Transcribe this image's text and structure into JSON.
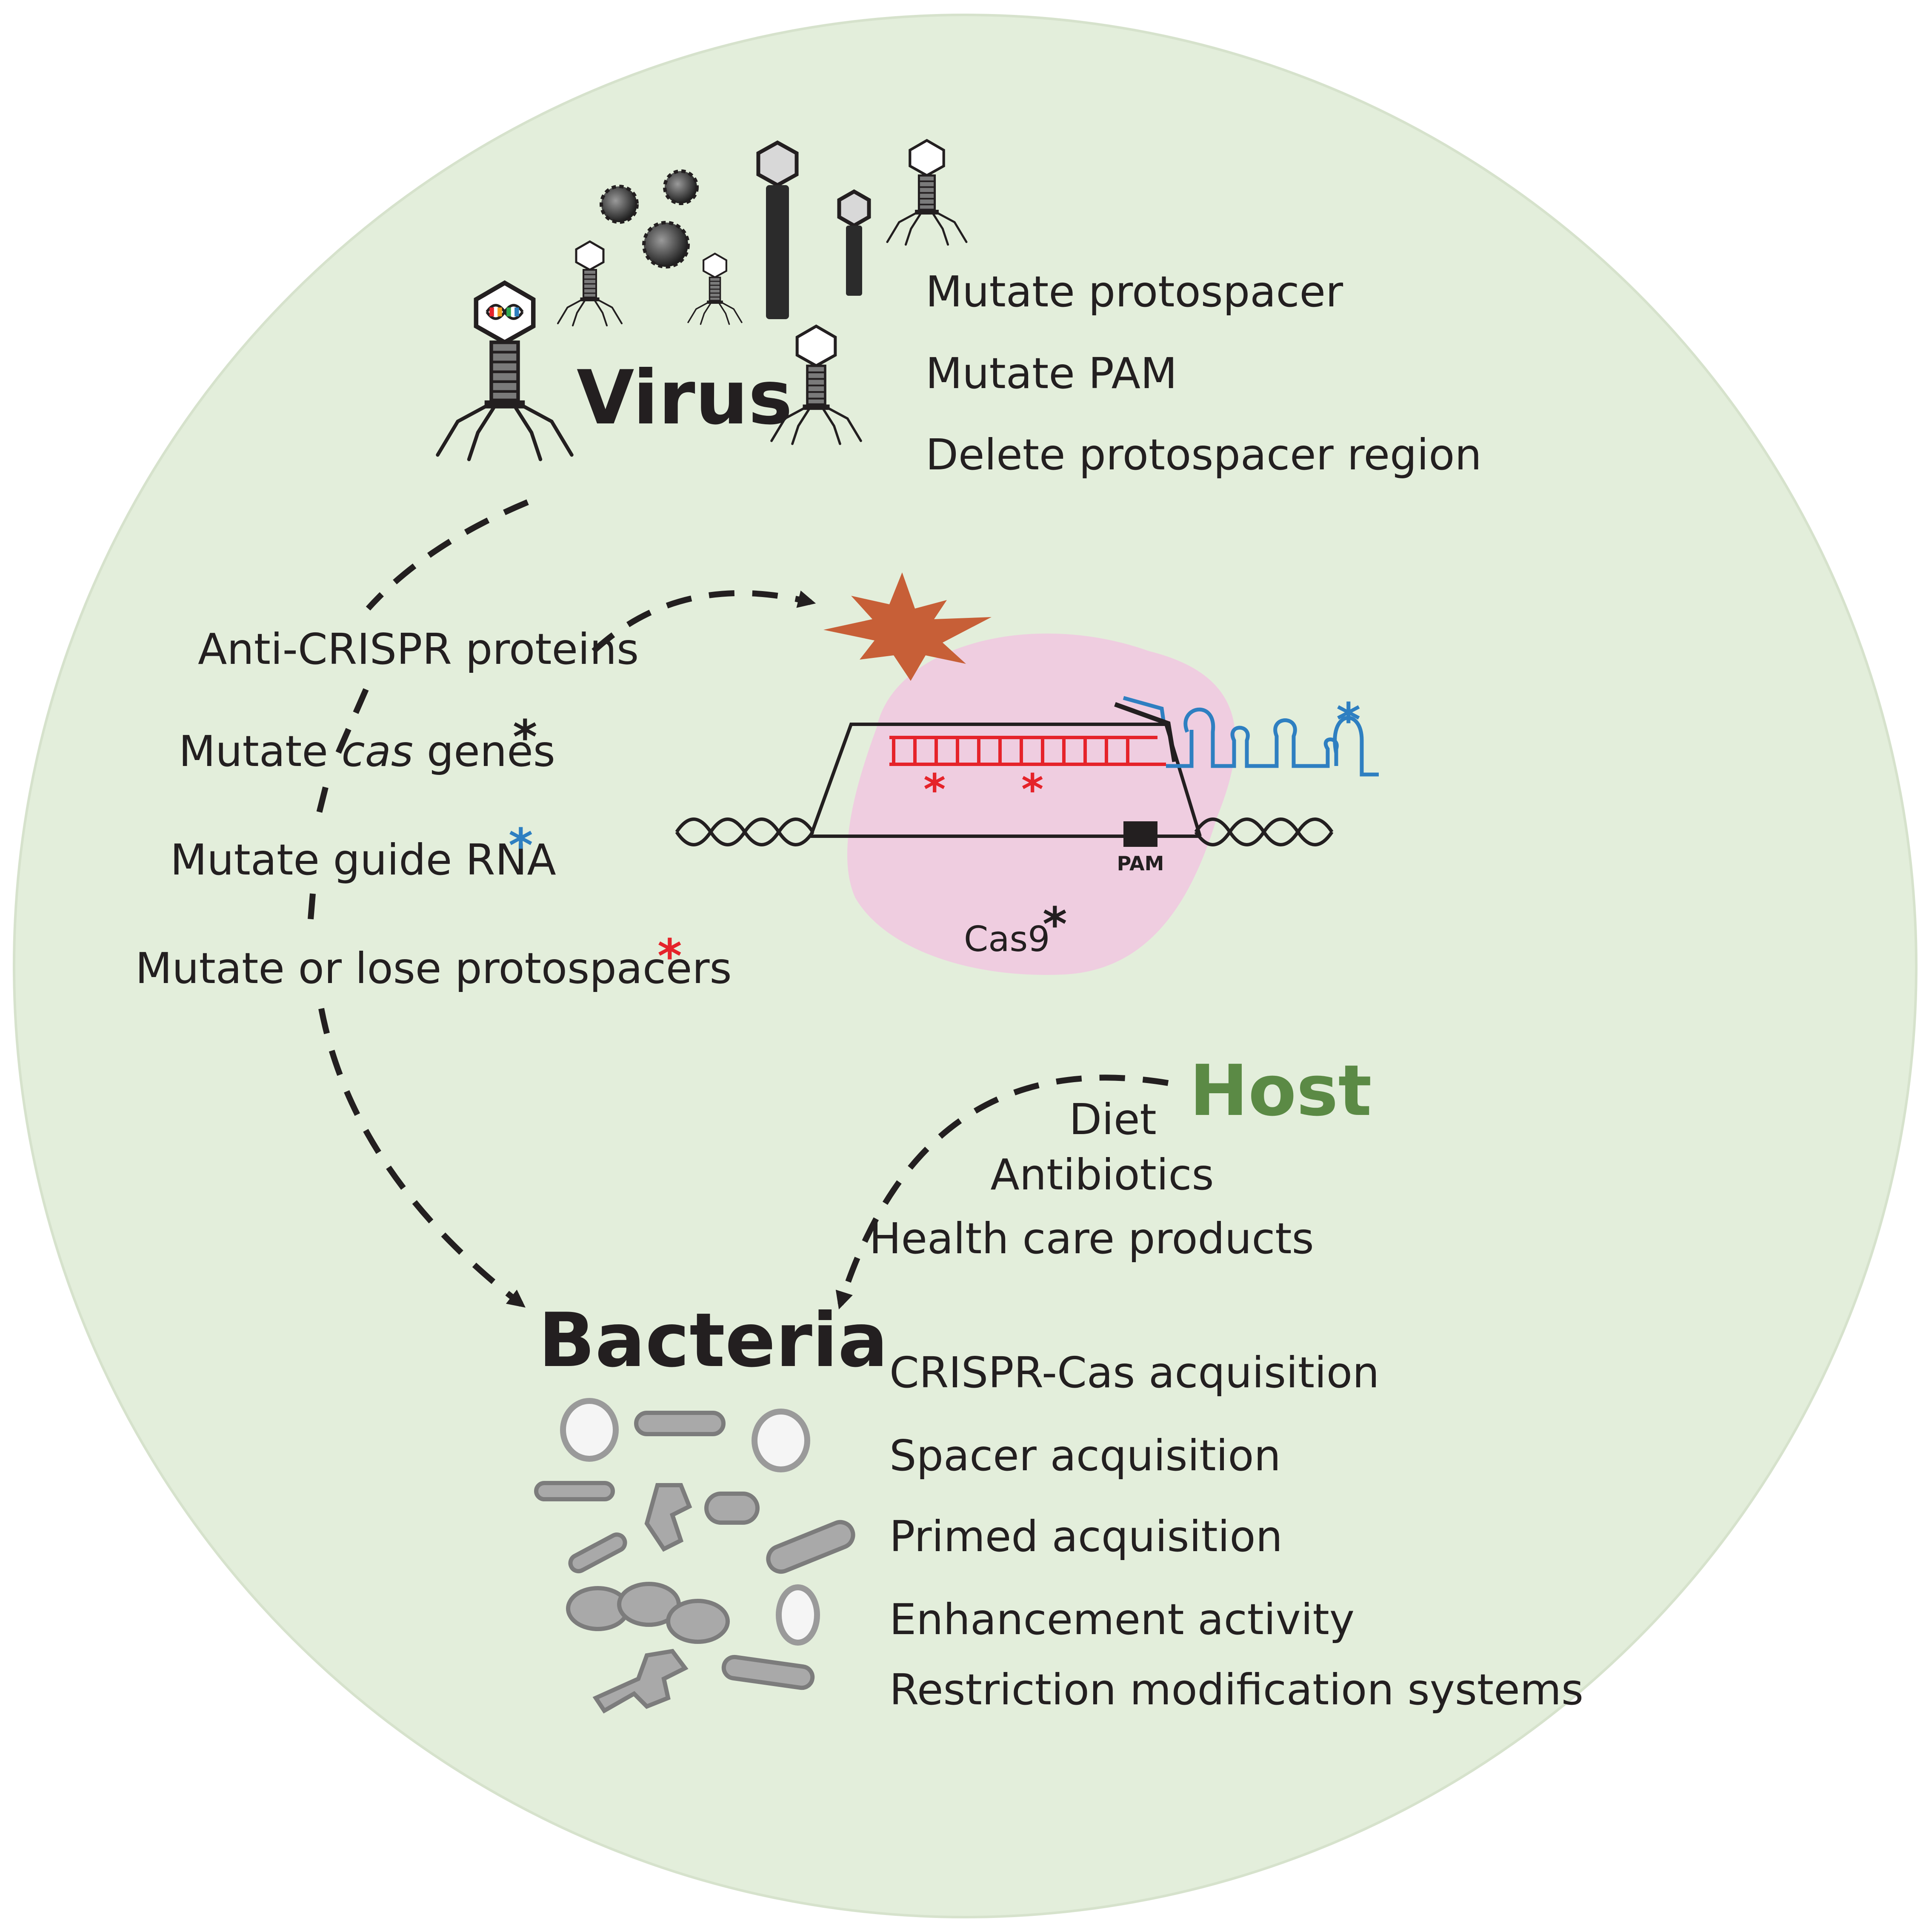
{
  "virus": {
    "title": "Virus",
    "strategies": [
      "Mutate protospacer",
      "Mutate PAM",
      "Delete protospacer region"
    ]
  },
  "counter": {
    "anti_crispr": "Anti-CRISPR proteins",
    "cas_prefix": "Mutate ",
    "cas_italic": "cas",
    "cas_suffix": " genes",
    "guide_rna": "Mutate guide RNA",
    "protospacers": "Mutate or lose protospacers",
    "asterisk": "*"
  },
  "complex": {
    "pam": "PAM",
    "cas9": "Cas9",
    "asterisk": "*"
  },
  "host": {
    "title": "Host",
    "factors": [
      "Diet",
      "Antibiotics",
      "Health care products"
    ]
  },
  "bacteria": {
    "title": "Bacteria",
    "mechanisms": [
      "CRISPR-Cas acquisition",
      "Spacer acquisition",
      "Primed acquisition",
      "Enhancement activity",
      "Restriction modification systems"
    ]
  },
  "colors": {
    "background_circle": "#e3eedb",
    "cas9_blob": "#efcde0",
    "starburst": "#c75f37",
    "spacer_red": "#e5232a",
    "guide_blue": "#2e7fc1",
    "host_green": "#5b8a45",
    "text": "#231f20"
  }
}
